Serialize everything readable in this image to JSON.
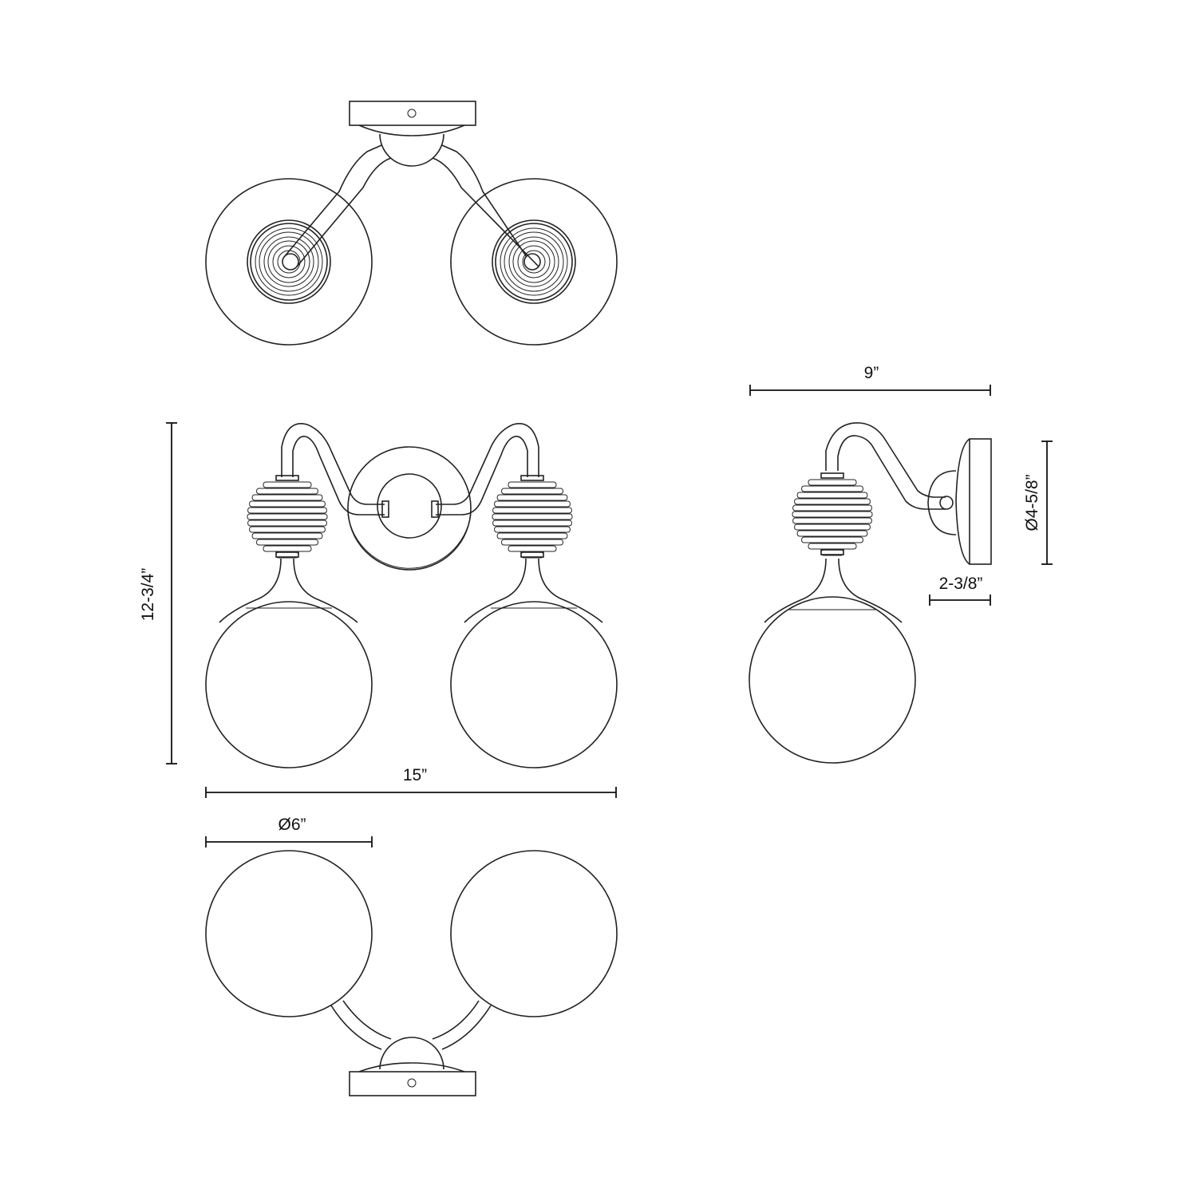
{
  "dimensions": {
    "height": "12-3/4”",
    "width": "15”",
    "globe_diameter": "Ø6”",
    "depth": "9”",
    "backplate_diameter": "Ø4-5/8”",
    "backplate_depth": "2-3/8”"
  },
  "colors": {
    "line": "#222222",
    "background": "#ffffff"
  }
}
